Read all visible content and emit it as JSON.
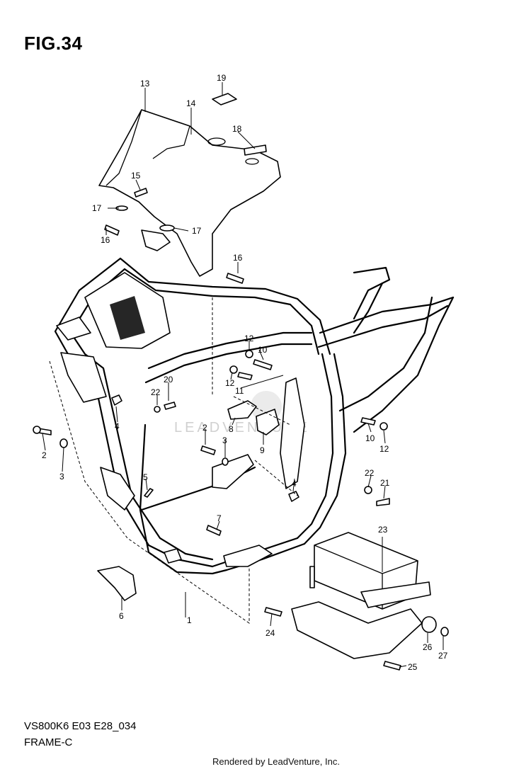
{
  "figure": {
    "title": "FIG.34",
    "model_code": "VS800K6 E03 E28_034",
    "section_name": "FRAME-C",
    "footer": "Rendered by LeadVenture, Inc.",
    "watermark": "LEADVENTURE"
  },
  "callouts": {
    "c1": "1",
    "c2a": "2",
    "c2b": "2",
    "c3a": "3",
    "c3b": "3",
    "c4a": "4",
    "c4b": "4",
    "c5": "5",
    "c6": "6",
    "c7": "7",
    "c8": "8",
    "c9": "9",
    "c10a": "10",
    "c10b": "10",
    "c11": "11",
    "c12a": "12",
    "c12b": "12",
    "c12c": "12",
    "c13": "13",
    "c14": "14",
    "c15": "15",
    "c16a": "16",
    "c16b": "16",
    "c17a": "17",
    "c17b": "17",
    "c18": "18",
    "c19": "19",
    "c20": "20",
    "c21": "21",
    "c22a": "22",
    "c22b": "22",
    "c23": "23",
    "c24": "24",
    "c25": "25",
    "c26": "26",
    "c27": "27"
  }
}
